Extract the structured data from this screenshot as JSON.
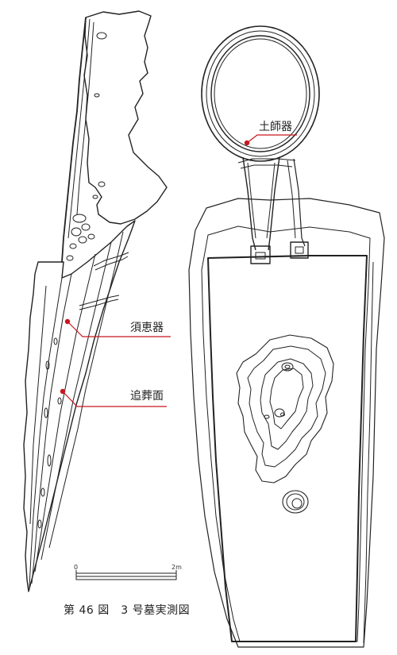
{
  "annotations": {
    "haji": "土師器",
    "sue": "須恵器",
    "tsuiso": "追葬面"
  },
  "scale": {
    "start": "0",
    "end": "2m"
  },
  "caption": {
    "number": "第 46 図",
    "title": "3 号墓実測図"
  },
  "colors": {
    "line": "#222222",
    "leader": "#c8161d"
  }
}
